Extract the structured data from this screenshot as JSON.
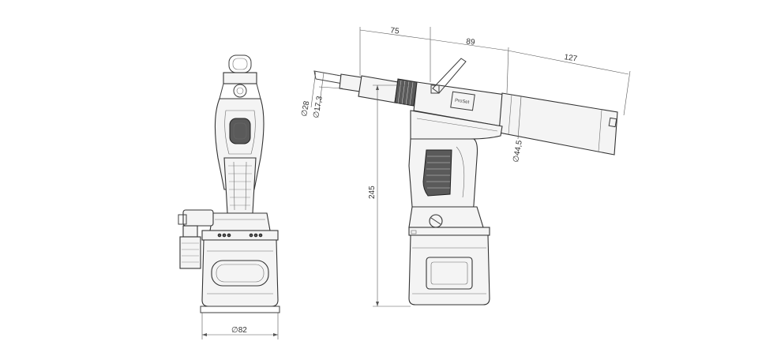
{
  "dimensions": {
    "barrel_offset": "75",
    "mid_length": "89",
    "tail_length": "127",
    "nose_outer_dia": "∅28",
    "nose_inner_dia": "∅17,3",
    "cylinder_dia": "∅44,5",
    "overall_height": "245",
    "base_dia": "∅82"
  },
  "colors": {
    "line": "#3c3c3c",
    "background": "#ffffff"
  }
}
